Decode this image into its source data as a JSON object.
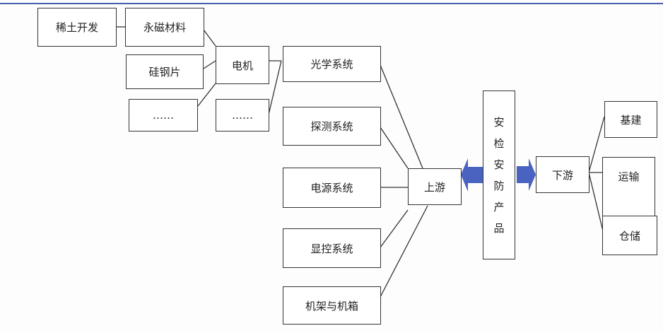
{
  "nodes": {
    "rare_earth": "稀土开发",
    "magnet": "永磁材料",
    "silicon_steel": "硅钢片",
    "etc1": "……",
    "motor": "电机",
    "etc2": "……",
    "optical": "光学系统",
    "detection": "探测系统",
    "power": "电源系统",
    "display_control": "显控系统",
    "chassis": "机架与机箱",
    "upstream": "上游",
    "center": [
      "安",
      "检",
      "安",
      "防",
      "产",
      "品"
    ],
    "downstream": "下游",
    "infrastructure": "基建",
    "transport": "运输",
    "storage": "仓储"
  },
  "colors": {
    "arrow": "#4a63c0",
    "rule": "#4a5fae"
  }
}
